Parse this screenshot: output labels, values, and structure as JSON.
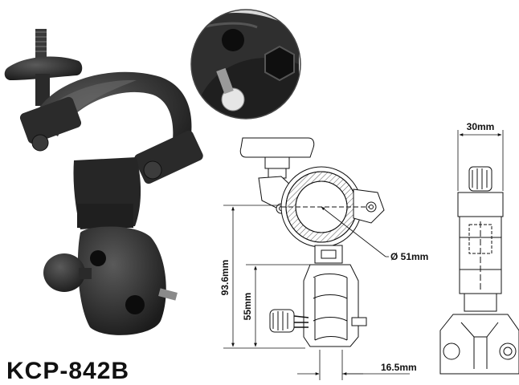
{
  "product": {
    "model": "KCP-842B"
  },
  "dimensions": {
    "width_top": "30mm",
    "height_total": "93.6mm",
    "height_lower": "55mm",
    "tube_diameter": "Ø 51mm",
    "base_width": "16.5mm"
  },
  "colors": {
    "body": "#262626",
    "highlight": "#5a5a5a",
    "line": "#111111",
    "hatch": "#555555"
  }
}
